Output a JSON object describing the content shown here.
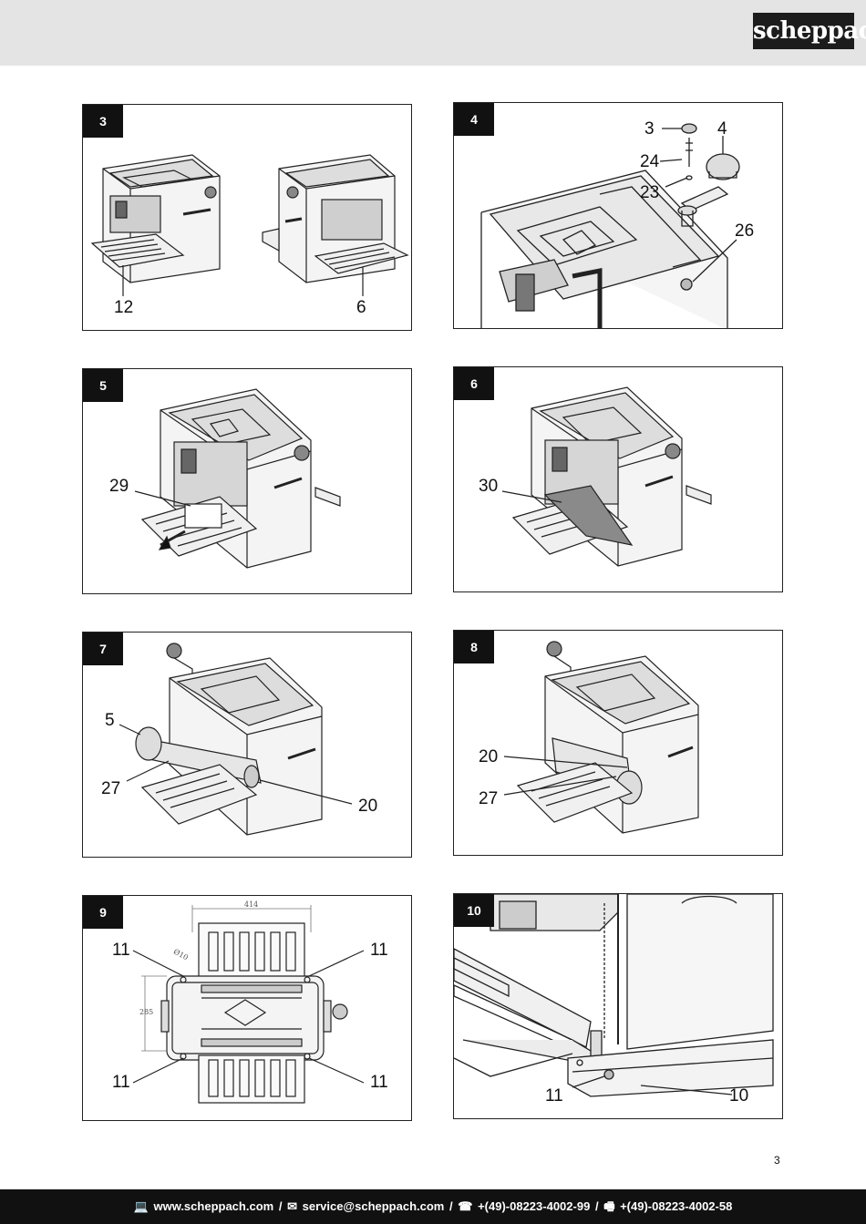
{
  "brand": "scheppach",
  "page_number": "3",
  "figures": [
    {
      "id": "3",
      "labels": [
        "12",
        "6"
      ]
    },
    {
      "id": "4",
      "labels": [
        "3",
        "4",
        "24",
        "23",
        "26"
      ]
    },
    {
      "id": "5",
      "labels": [
        "29"
      ]
    },
    {
      "id": "6",
      "labels": [
        "30"
      ]
    },
    {
      "id": "7",
      "labels": [
        "5",
        "27",
        "20"
      ]
    },
    {
      "id": "8",
      "labels": [
        "20",
        "27"
      ]
    },
    {
      "id": "9",
      "labels": [
        "11",
        "11",
        "11",
        "11"
      ],
      "dimensions": [
        "414",
        "285",
        "Ø10"
      ]
    },
    {
      "id": "10",
      "labels": [
        "11",
        "10"
      ]
    }
  ],
  "footer": {
    "web_icon": "computer-icon",
    "web": "www.scheppach.com",
    "mail_icon": "envelope-icon",
    "email": "service@scheppach.com",
    "phone_icon": "telephone-icon",
    "phone": "+(49)-08223-4002-99",
    "fax_icon": "fax-icon",
    "fax": "+(49)-08223-4002-58"
  }
}
